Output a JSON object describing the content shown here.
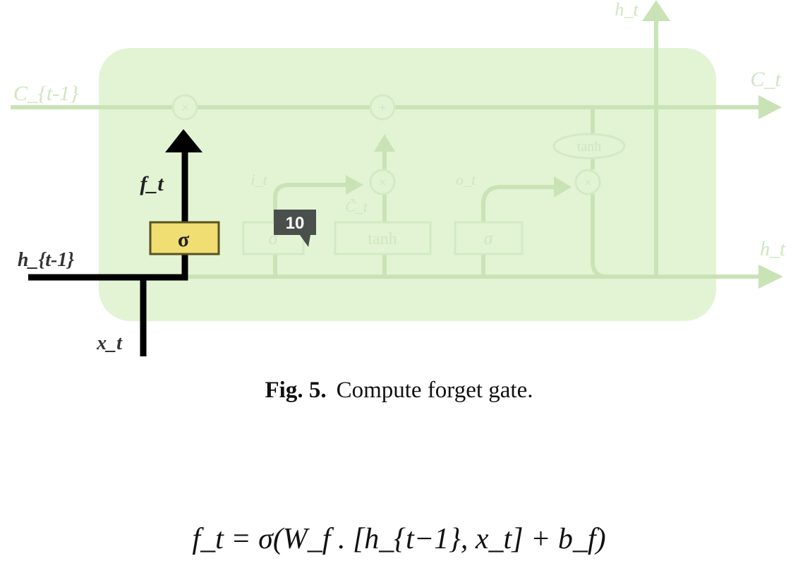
{
  "figure": {
    "labels": {
      "c_prev": "C_{t-1}",
      "c_t": "C_t",
      "h_t_top": "h_t",
      "h_t_right": "h_t",
      "h_prev": "h_{t-1}",
      "x_t": "x_t",
      "f_t": "f_t",
      "i_t": "i_t",
      "o_t": "o_t",
      "c_tilde": "C̃_t"
    },
    "gates": {
      "forget_sigma": "σ",
      "input_sigma": "σ",
      "candidate_tanh": "tanh",
      "output_sigma": "σ",
      "cell_tanh": "tanh"
    },
    "ops": {
      "multiply": "×",
      "add": "+"
    },
    "comment_badge": "10",
    "colors": {
      "cell_bg": "#e2f4d4",
      "faint": "#c9e3b6",
      "highlight": "#f0de73",
      "active": "#000000"
    }
  },
  "caption": {
    "number": "Fig. 5.",
    "text": "Compute forget gate."
  },
  "equation": {
    "text": "f_t = σ(W_f . [h_{t−1}, x_t] + b_f)"
  }
}
